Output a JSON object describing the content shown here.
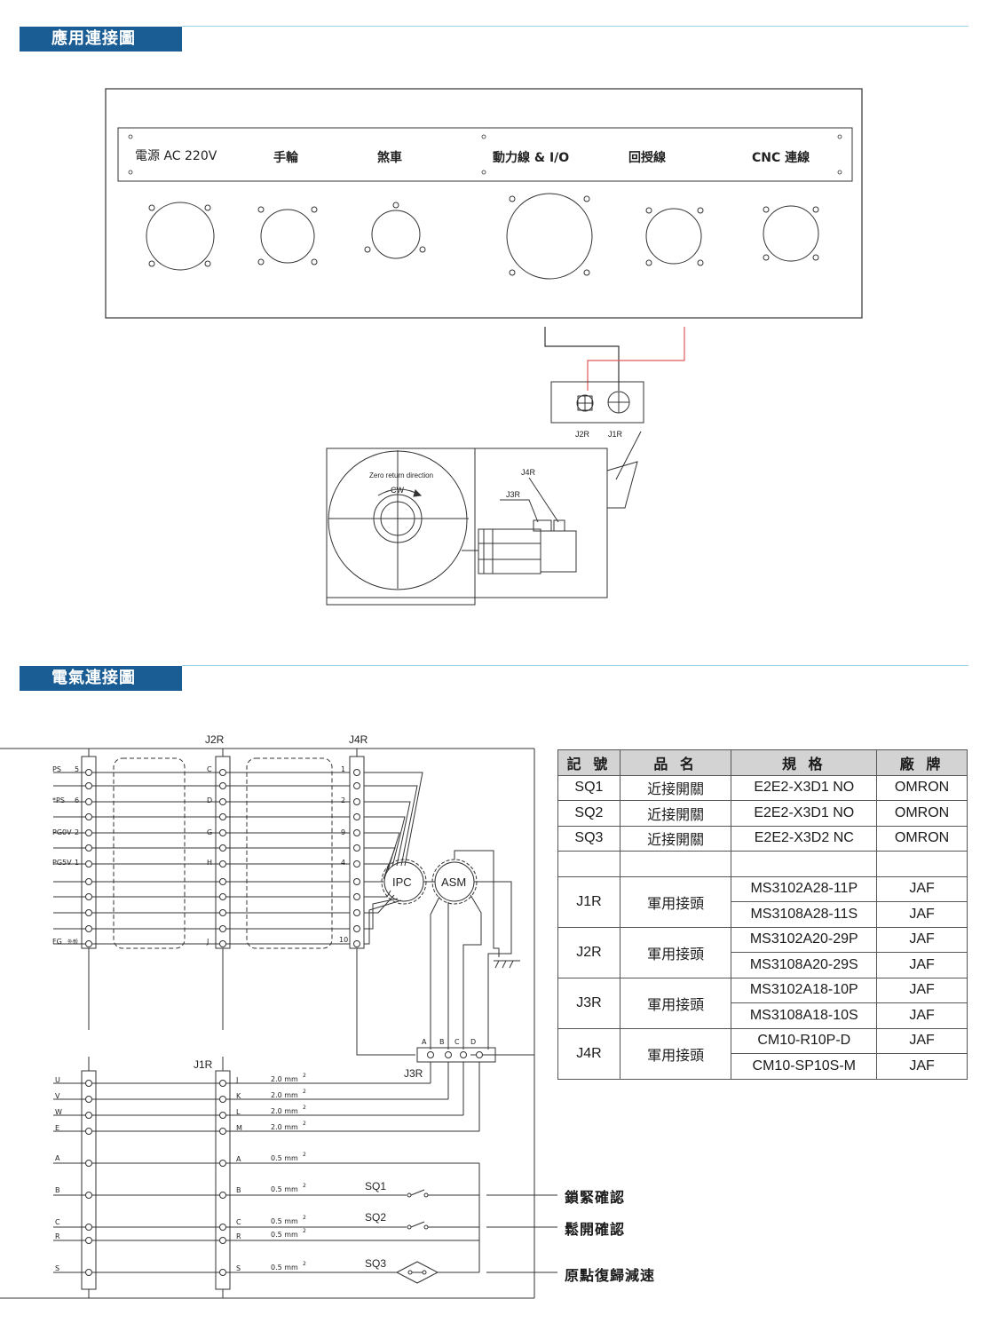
{
  "sections": {
    "application": "應用連接圖",
    "electrical": "電氣連接圖"
  },
  "panel": {
    "labels": [
      "電源 AC 220V",
      "手輪",
      "煞車",
      "動力線 & I/O",
      "回授線",
      "CNC 連線"
    ]
  },
  "rotary": {
    "j2r": "J2R",
    "j1r": "J1R",
    "j4r": "J4R",
    "j3r": "J3R",
    "zero_return": "Zero return direction",
    "cw": "CW"
  },
  "wiring": {
    "j2r_title": "J2R",
    "j4r_title": "J4R",
    "j1r_title": "J1R",
    "j3r_title": "J3R",
    "ipc": "IPC",
    "asm": "ASM",
    "j2r_left": [
      "PS",
      "*PS",
      "PG0V",
      "PG5V",
      "FG"
    ],
    "j2r_left_nums": [
      "5",
      "6",
      "2",
      "1"
    ],
    "fg_note": "外殼",
    "j2r_pins": [
      "C",
      "D",
      "G",
      "H",
      "J"
    ],
    "j4r_pins": [
      "1",
      "2",
      "9",
      "4",
      "10"
    ],
    "j3r_pins": [
      "A",
      "B",
      "C",
      "D"
    ],
    "j1r_left": [
      "U",
      "V",
      "W",
      "E",
      "A",
      "B",
      "C",
      "R",
      "S"
    ],
    "j1r_pins": [
      "J",
      "K",
      "L",
      "M",
      "A",
      "B",
      "C",
      "R",
      "S"
    ],
    "wire_sizes": [
      "2.0 mm",
      "2.0 mm",
      "2.0 mm",
      "2.0 mm",
      "0.5 mm",
      "0.5 mm",
      "0.5 mm",
      "0.5 mm",
      "0.5 mm"
    ],
    "sup": "2",
    "switches": [
      "SQ1",
      "SQ2",
      "SQ3"
    ],
    "notes": [
      "鎖緊確認",
      "鬆開確認",
      "原點復歸減速"
    ]
  },
  "table": {
    "headers": [
      "記 號",
      "品 名",
      "規 格",
      "廠 牌"
    ],
    "switch_rows": [
      [
        "SQ1",
        "近接開關",
        "E2E2-X3D1 NO",
        "OMRON"
      ],
      [
        "SQ2",
        "近接開關",
        "E2E2-X3D1 NO",
        "OMRON"
      ],
      [
        "SQ3",
        "近接開關",
        "E2E2-X3D2 NC",
        "OMRON"
      ]
    ],
    "connector_groups": [
      {
        "code": "J1R",
        "name": "軍用接頭",
        "specs": [
          "MS3102A28-11P",
          "MS3108A28-11S"
        ],
        "brand": "JAF"
      },
      {
        "code": "J2R",
        "name": "軍用接頭",
        "specs": [
          "MS3102A20-29P",
          "MS3108A20-29S"
        ],
        "brand": "JAF"
      },
      {
        "code": "J3R",
        "name": "軍用接頭",
        "specs": [
          "MS3102A18-10P",
          "MS3108A18-10S"
        ],
        "brand": "JAF"
      },
      {
        "code": "J4R",
        "name": "軍用接頭",
        "specs": [
          "CM10-R10P-D",
          "CM10-SP10S-M"
        ],
        "brand": "JAF"
      }
    ]
  }
}
